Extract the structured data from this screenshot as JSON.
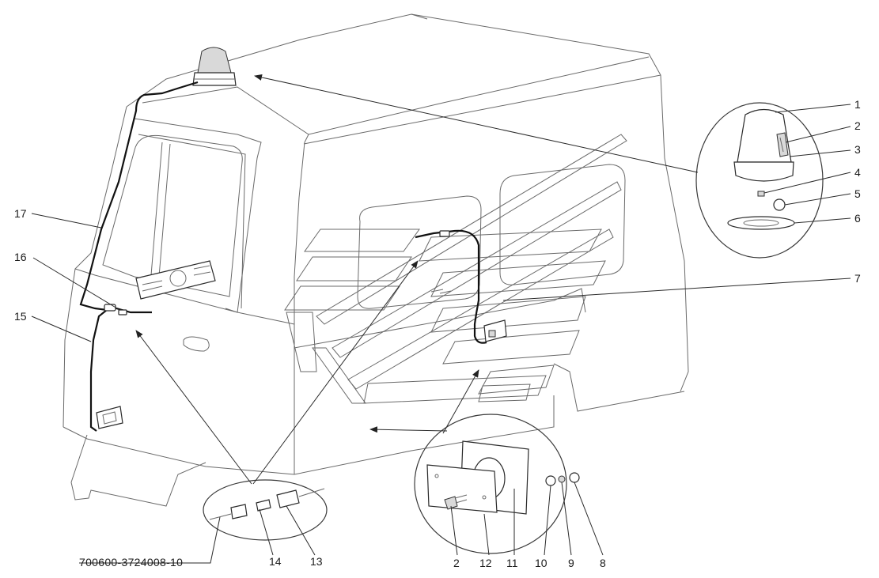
{
  "drawing_code": "700600-3724008-10",
  "callouts": [
    {
      "id": "c1",
      "text": "1"
    },
    {
      "id": "c2",
      "text": "2"
    },
    {
      "id": "c3",
      "text": "3"
    },
    {
      "id": "c4",
      "text": "4"
    },
    {
      "id": "c5",
      "text": "5"
    },
    {
      "id": "c6",
      "text": "6"
    },
    {
      "id": "c7",
      "text": "7"
    },
    {
      "id": "c2b",
      "text": "2"
    },
    {
      "id": "c12",
      "text": "12"
    },
    {
      "id": "c11",
      "text": "11"
    },
    {
      "id": "c10",
      "text": "10"
    },
    {
      "id": "c9",
      "text": "9"
    },
    {
      "id": "c8",
      "text": "8"
    },
    {
      "id": "c14",
      "text": "14"
    },
    {
      "id": "c13",
      "text": "13"
    },
    {
      "id": "c15",
      "text": "15"
    },
    {
      "id": "c16",
      "text": "16"
    },
    {
      "id": "c17",
      "text": "17"
    }
  ]
}
